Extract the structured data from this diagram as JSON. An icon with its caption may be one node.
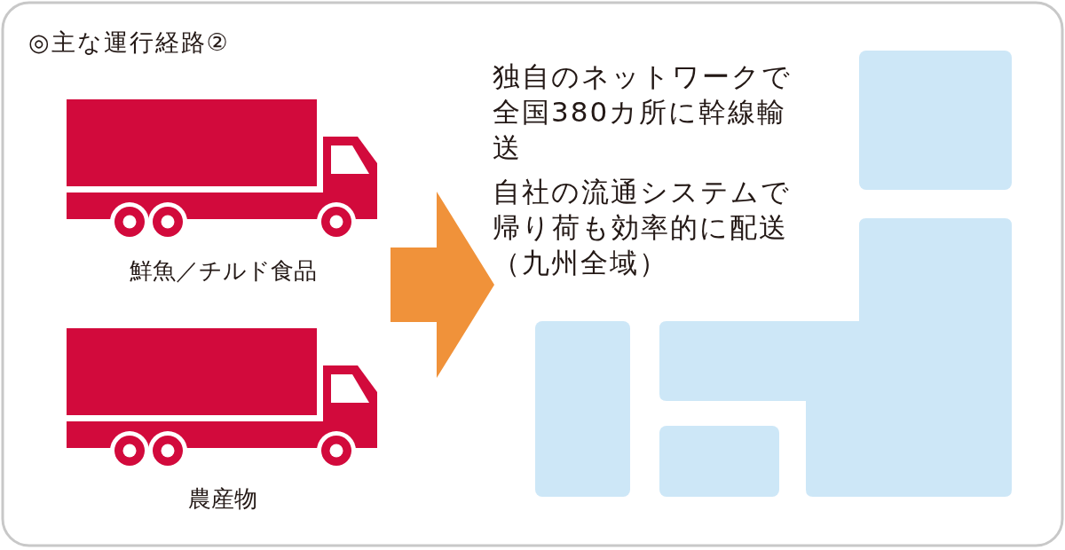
{
  "diagram": {
    "title": "◎主な運行経路②",
    "nodes": [
      {
        "text": [],
        "shape": "truck",
        "beside": [
          "鮮魚／チルド食品"
        ]
      },
      {
        "text": [],
        "shape": "truck",
        "beside": [
          "農産物"
        ]
      },
      {
        "text": [],
        "shape": "map"
      }
    ],
    "edges": [
      {
        "from": 0,
        "to": 2,
        "arrow": "to"
      },
      {
        "from": 1,
        "to": 2,
        "arrow": "to"
      }
    ],
    "labels": [
      "独自のネットワークで全国380カ所に幹線輸送",
      "自社の流通システムで帰り荷も効率的に配送（九州全域）"
    ]
  }
}
